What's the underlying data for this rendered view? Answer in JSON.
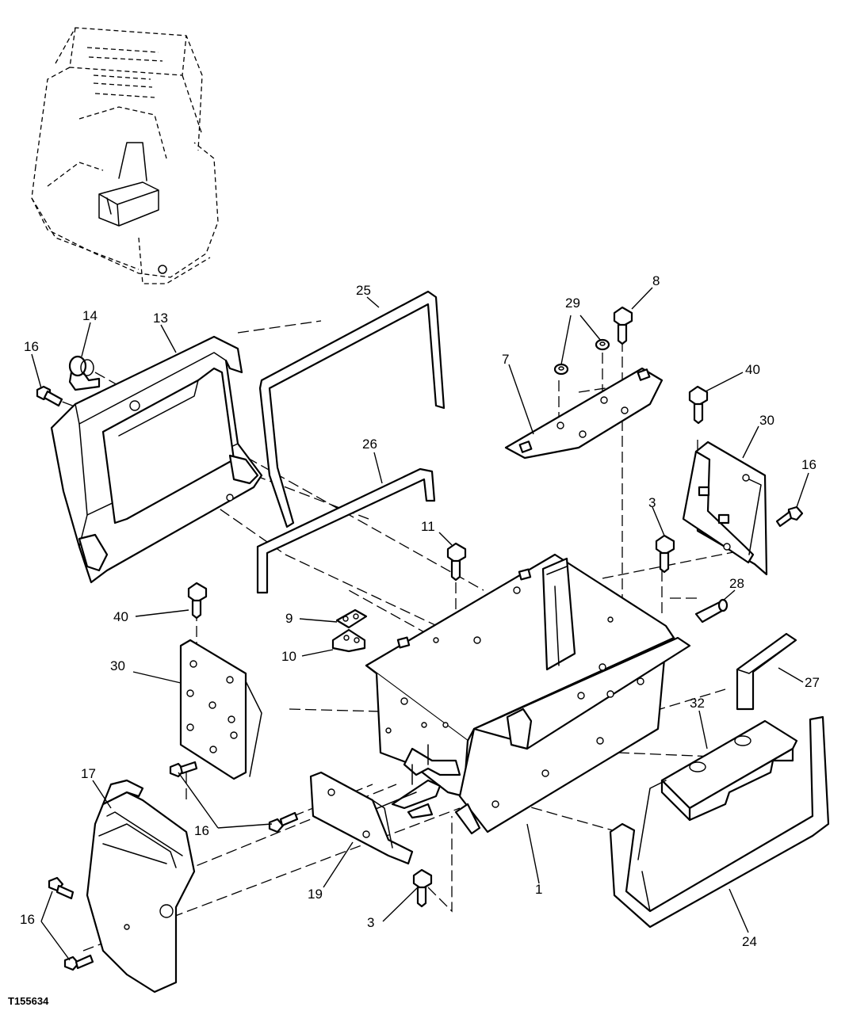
{
  "figure_id": "T155634",
  "callouts": {
    "c25": "25",
    "c8": "8",
    "c29": "29",
    "c14": "14",
    "c13": "13",
    "c16a": "16",
    "c7": "7",
    "c40a": "40",
    "c30a": "30",
    "c16b": "16",
    "c26": "26",
    "c11": "11",
    "c3a": "3",
    "c28": "28",
    "c40b": "40",
    "c9": "9",
    "c10": "10",
    "c30b": "30",
    "c27": "27",
    "c32": "32",
    "c17": "17",
    "c16c": "16",
    "c19": "19",
    "c1": "1",
    "c16d": "16",
    "c3b": "3",
    "c24": "24"
  }
}
